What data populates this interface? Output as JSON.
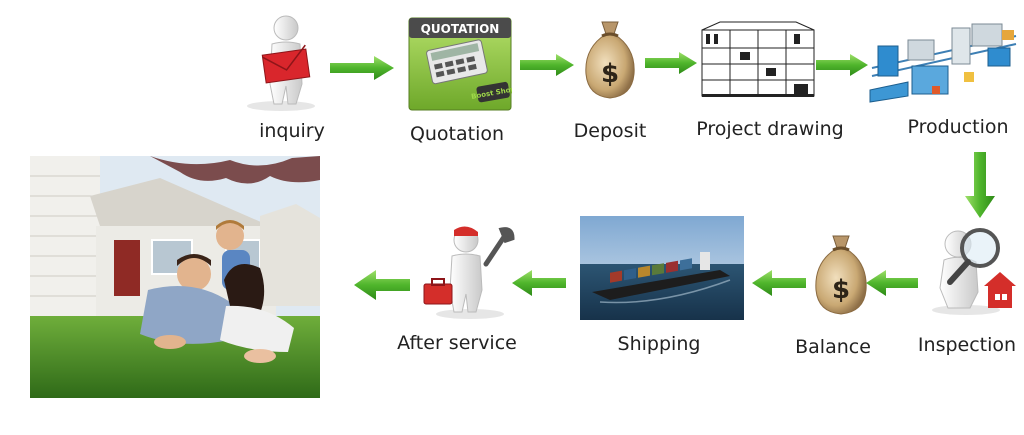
{
  "colors": {
    "arrow_green": "#4caf2a",
    "arrow_light": "#8fd45a",
    "money_bag": "#c8ab7d",
    "envelope_red": "#d9262c",
    "quotation_green": "#8cc63f",
    "house_red": "#d42e2a"
  },
  "steps": [
    {
      "id": "inquiry",
      "label": "inquiry",
      "icon": "person-with-envelope-icon"
    },
    {
      "id": "quotation",
      "label": "Quotation",
      "icon": "calculator-icon",
      "badge": "QUOTATION",
      "badge_logo": "Boost Shop"
    },
    {
      "id": "deposit",
      "label": "Deposit",
      "icon": "money-bag-icon",
      "symbol": "$"
    },
    {
      "id": "project-drawing",
      "label": "Project drawing",
      "icon": "blueprint-icon"
    },
    {
      "id": "production",
      "label": "Production",
      "icon": "factory-line-icon"
    },
    {
      "id": "inspection",
      "label": "Inspection",
      "icon": "magnifier-person-icon"
    },
    {
      "id": "balance",
      "label": "Balance",
      "icon": "money-bag-icon",
      "symbol": "$"
    },
    {
      "id": "shipping",
      "label": "Shipping",
      "icon": "container-ship-photo"
    },
    {
      "id": "after-service",
      "label": "After service",
      "icon": "person-with-toolbox-icon"
    },
    {
      "id": "family",
      "label": "",
      "icon": "family-house-photo"
    }
  ]
}
